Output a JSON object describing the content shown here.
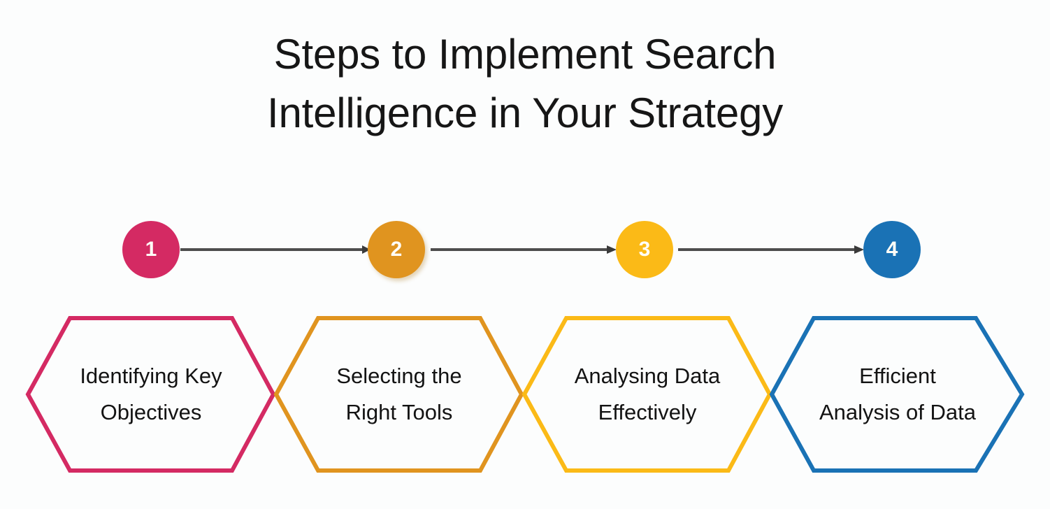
{
  "title": {
    "line1": "Steps to Implement Search",
    "line2": "Intelligence in Your Strategy"
  },
  "colors": {
    "background": "#fcfdfd",
    "title_text": "#161616",
    "label_text": "#131313",
    "connector": "#4d4d4d",
    "crimson": "#d42a63",
    "orange": "#e0941f",
    "gold": "#fbba17",
    "blue": "#1a72b5",
    "number_text": "#fffdf7"
  },
  "steps": [
    {
      "number": "1",
      "color": "#d42a63",
      "label_line1": "Identifying Key",
      "label_line2": "Objectives"
    },
    {
      "number": "2",
      "color": "#e0941f",
      "label_line1": "Selecting the",
      "label_line2": "Right Tools"
    },
    {
      "number": "3",
      "color": "#fbba17",
      "label_line1": "Analysing Data",
      "label_line2": "Effectively"
    },
    {
      "number": "4",
      "color": "#1a72b5",
      "label_line1": "Efficient",
      "label_line2": "Analysis of Data"
    }
  ],
  "connectors": [
    {
      "from": "1",
      "to": "2"
    },
    {
      "from": "2",
      "to": "3"
    },
    {
      "from": "3",
      "to": "4"
    }
  ]
}
